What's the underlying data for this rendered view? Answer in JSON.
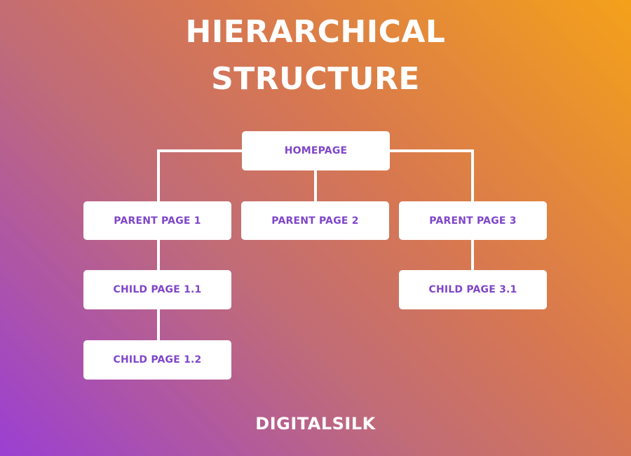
{
  "title": {
    "line1": "HIERARCHICAL",
    "line2": "STRUCTURE"
  },
  "nodes": {
    "homepage": "HOMEPAGE",
    "parent1": "PARENT PAGE 1",
    "parent2": "PARENT PAGE 2",
    "parent3": "PARENT PAGE 3",
    "child11": "CHILD PAGE 1.1",
    "child12": "CHILD PAGE 1.2",
    "child31": "CHILD PAGE 3.1"
  },
  "brand": {
    "name": "DIGITALSILK"
  },
  "colors": {
    "node_text": "#7f46c9",
    "connector": "#ffffff"
  }
}
